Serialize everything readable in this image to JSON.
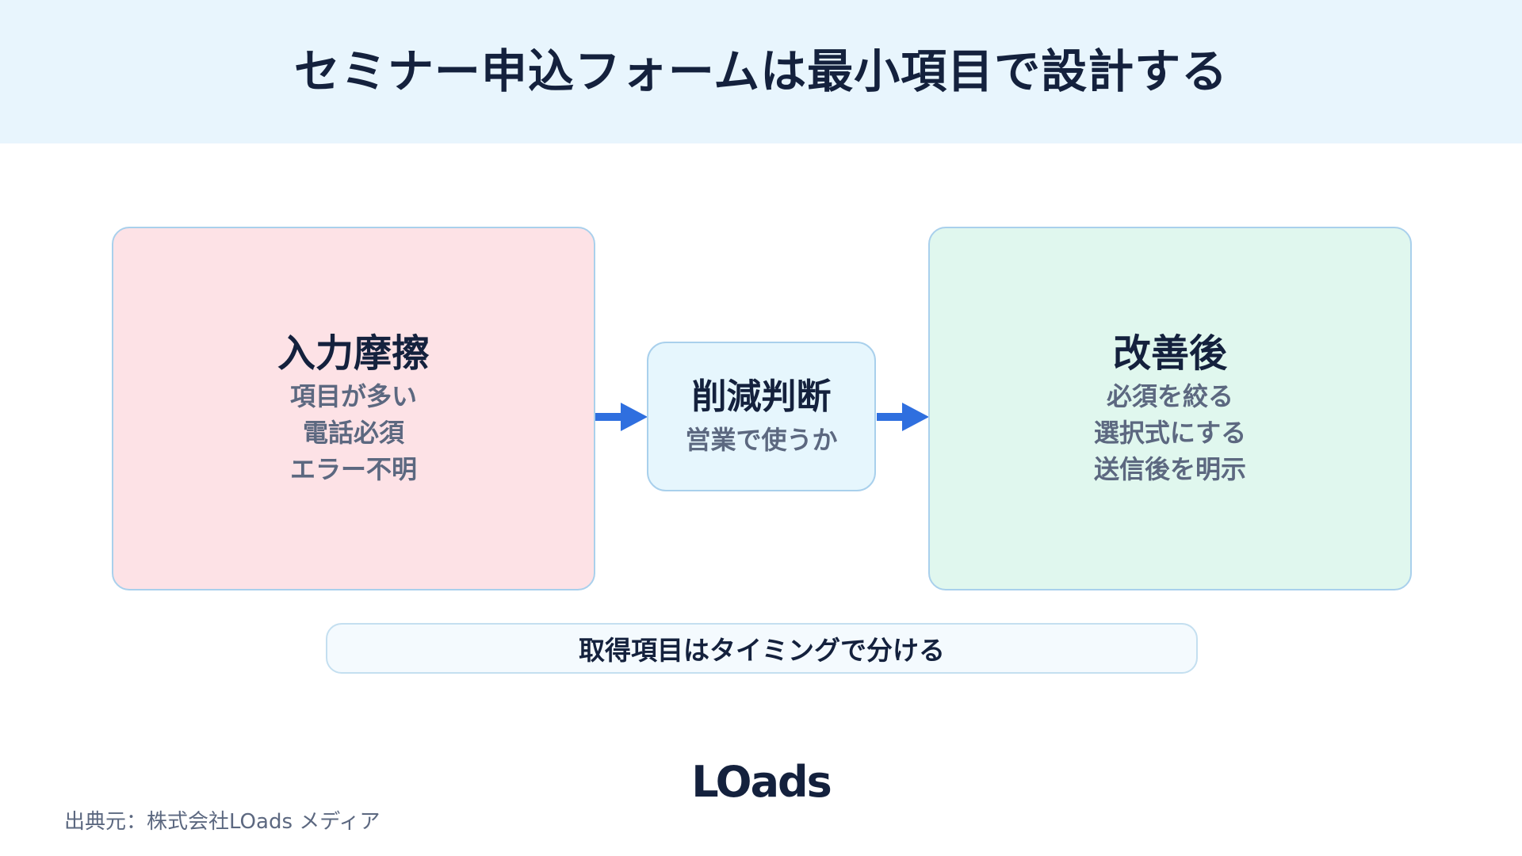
{
  "title": "セミナー申込フォームは最小項目で設計する",
  "flow": {
    "before": {
      "heading": "入力摩擦",
      "items": [
        "項目が多い",
        "電話必須",
        "エラー不明"
      ]
    },
    "middle": {
      "heading": "削減判断",
      "subtext": "営業で使うか"
    },
    "after": {
      "heading": "改善後",
      "items": [
        "必須を絞る",
        "選択式にする",
        "送信後を明示"
      ]
    }
  },
  "note": "取得項目はタイミングで分ける",
  "logo": "LOads",
  "credit": "出典元：株式会社LOads メディア",
  "colors": {
    "header_bg": "#e8f5fd",
    "before_bg": "#fde2e6",
    "middle_bg": "#e6f6fd",
    "after_bg": "#e0f7ee",
    "arrow": "#2f6fdf",
    "text_dark": "#14213d",
    "text_muted": "#5c6880"
  }
}
